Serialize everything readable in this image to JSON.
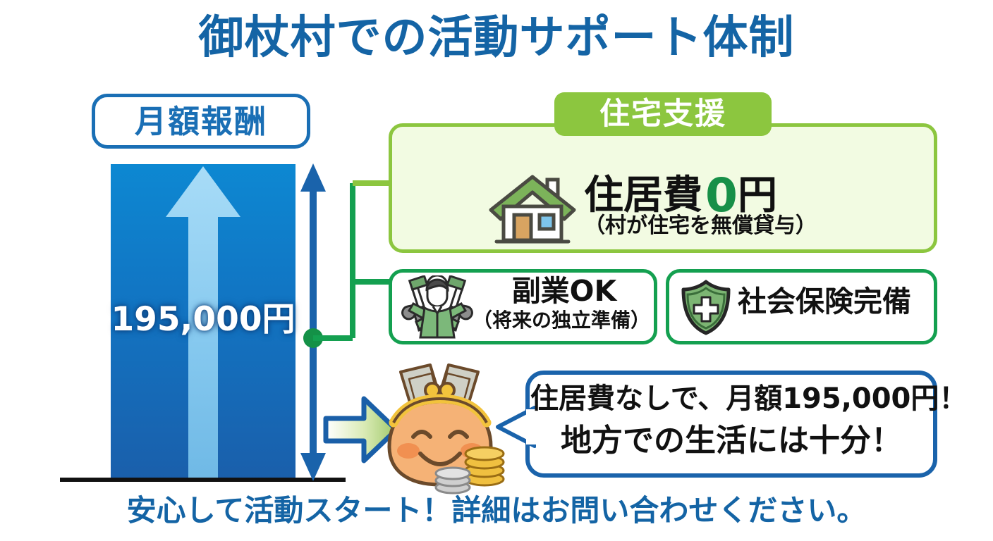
{
  "title": "御杖村での活動サポート体制",
  "pay": {
    "badge_label": "月額報酬",
    "bar_value": "195,000円"
  },
  "housing": {
    "badge_label": "住宅支援",
    "main_prefix": "住居費",
    "main_amount": "0",
    "main_unit": "円",
    "sub_label": "（村が住宅を無償貸与）",
    "icon": "house-icon"
  },
  "sidejob": {
    "main_label": "副業OK",
    "sub_label": "（将来の独立準備）",
    "icon": "worker-tools-icon"
  },
  "insurance": {
    "label": "社会保険完備",
    "icon": "shield-cross-icon"
  },
  "bubble": {
    "line1": "住居費なしで、月額195,000円！",
    "line2": "地方での生活には十分！"
  },
  "footer": "安心して活動スタート！詳細はお問い合わせください。",
  "icons": {
    "purse": "purse-money-icon",
    "gradient_arrow": "right-arrow-icon",
    "bar_arrow": "up-arrow-icon",
    "measure_arrow": "double-headed-arrow-icon",
    "connector_dot": "green-connector-dot"
  },
  "colors": {
    "title_blue": "#1464a5",
    "bar_top": "#0d88d2",
    "bar_bottom": "#1a5fab",
    "bar_arrow_blue": "#8ecdf0",
    "badge_border_blue": "#1a6fb5",
    "housing_border_green": "#8cc63f",
    "housing_bg_green": "#f2fbe2",
    "housing_badge_green": "#8cc63f",
    "box_border_green": "#14a050",
    "amount_green": "#179048",
    "connector_dot_green": "#149147",
    "bubble_border_blue": "#1a63ab",
    "baseline_black": "#111111"
  },
  "chart_data": {
    "type": "bar",
    "categories": [
      "月額報酬"
    ],
    "values": [
      195000
    ],
    "value_labels": [
      "195,000円"
    ],
    "title": "御杖村での活動サポート体制",
    "ylabel": "月額報酬",
    "unit": "円"
  }
}
